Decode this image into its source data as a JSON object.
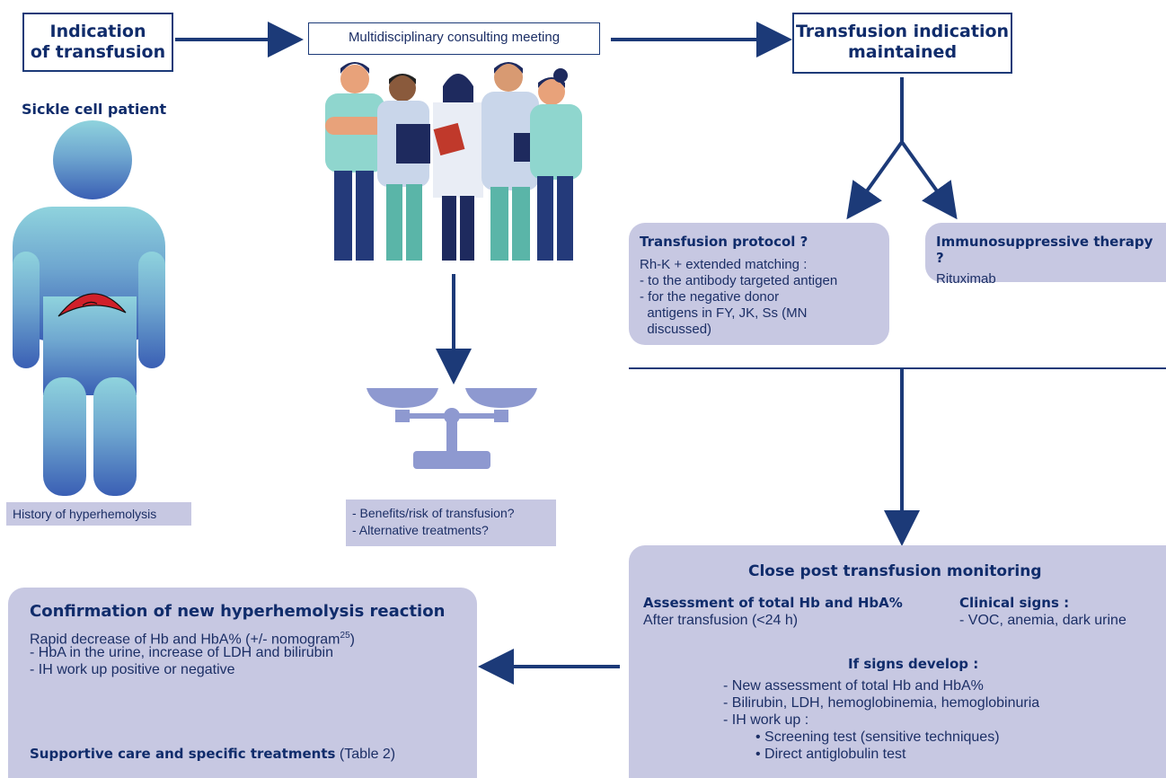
{
  "indication_box": {
    "line1": "Indication",
    "line2": "of transfusion"
  },
  "meeting_box": {
    "label": "Multidisciplinary consulting meeting"
  },
  "maintained_box": {
    "line1": "Transfusion indication",
    "line2": "maintained"
  },
  "patient": {
    "title": "Sickle cell patient",
    "history_label": "History of hyperhemolysis"
  },
  "balance_box": {
    "items": [
      "- Benefits/risk of transfusion?",
      "- Alternative treatments?"
    ]
  },
  "protocol_panel": {
    "title": "Transfusion protocol ?",
    "lines": [
      "Rh-K + extended matching :",
      "- to the antibody targeted antigen",
      "- for the negative donor",
      "  antigens in FY, JK, Ss (MN",
      "  discussed)"
    ]
  },
  "immuno_panel": {
    "title": "Immunosuppressive therapy ?",
    "body": "Rituximab"
  },
  "monitoring_panel": {
    "title": "Close post transfusion  monitoring",
    "assess_title": "Assessment of total Hb and HbA%",
    "assess_body": "After transfusion (<24 h)",
    "clinical_title": "Clinical signs :",
    "clinical_body": "- VOC, anemia, dark urine",
    "signs_title": "If signs develop :",
    "signs_lines": [
      "- New assessment of total Hb and HbA%",
      "- Bilirubin, LDH, hemoglobinemia, hemoglobinuria",
      "- IH work up :"
    ],
    "signs_sub": [
      "• Screening test (sensitive techniques)",
      "• Direct antiglobulin test"
    ]
  },
  "confirmation_panel": {
    "title": "Confirmation of new  hyperhemolysis reaction",
    "line1": "Rapid decrease of Hb and  HbA% (+/- nomogram",
    "line1_sup": "25",
    "line1_end": ")",
    "line2": "- HbA in the urine, increase of LDH and bilirubin",
    "line3": "- IH work up positive or negative",
    "footer_bold": "Supportive care  and specific treatments",
    "footer_normal": " (Table 2)"
  },
  "colors": {
    "navy": "#1c3a78",
    "panel": "#c7c8e2",
    "red": "#d1202a",
    "patient_light": "#8fd0dc",
    "patient_dark": "#3f67b7"
  }
}
